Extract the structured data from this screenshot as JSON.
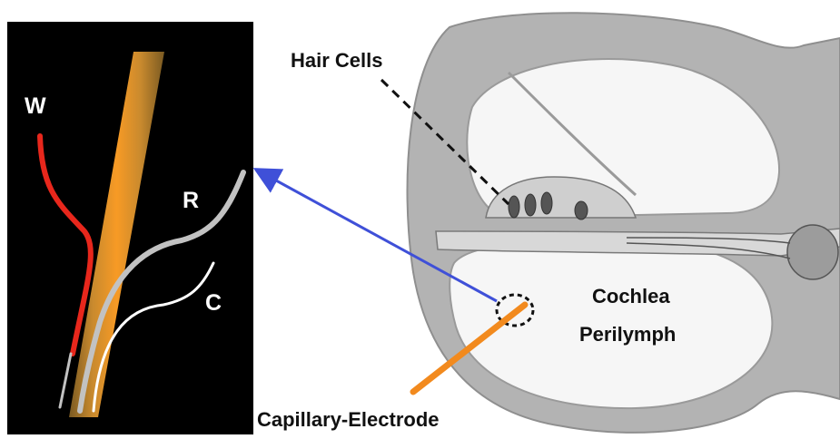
{
  "labels": {
    "hair_cells": "Hair Cells",
    "cochlea_perilymph_line1": "Cochlea",
    "cochlea_perilymph_line2": "Perilymph",
    "capillary_electrode": "Capillary-Electrode",
    "wire_w": "W",
    "wire_r": "R",
    "wire_c": "C"
  },
  "colors": {
    "inset_background": "#000000",
    "electrode_orange": "#f28a1e",
    "electrode_edge": "#8a6a2a",
    "working_wire_red": "#e8271c",
    "reference_wire_gray": "#c2c2c2",
    "counter_wire_white": "#ffffff",
    "pointer_arrow_blue": "#3f50d8",
    "cochlea_bone_gray": "#b3b3b3",
    "cochlea_tissue_light": "#e2e2e2",
    "cochlea_background": "#f4f4f4"
  },
  "icons": {
    "pointer_arrow": "arrow-left-icon",
    "target_region": "dashed-circle-icon"
  }
}
